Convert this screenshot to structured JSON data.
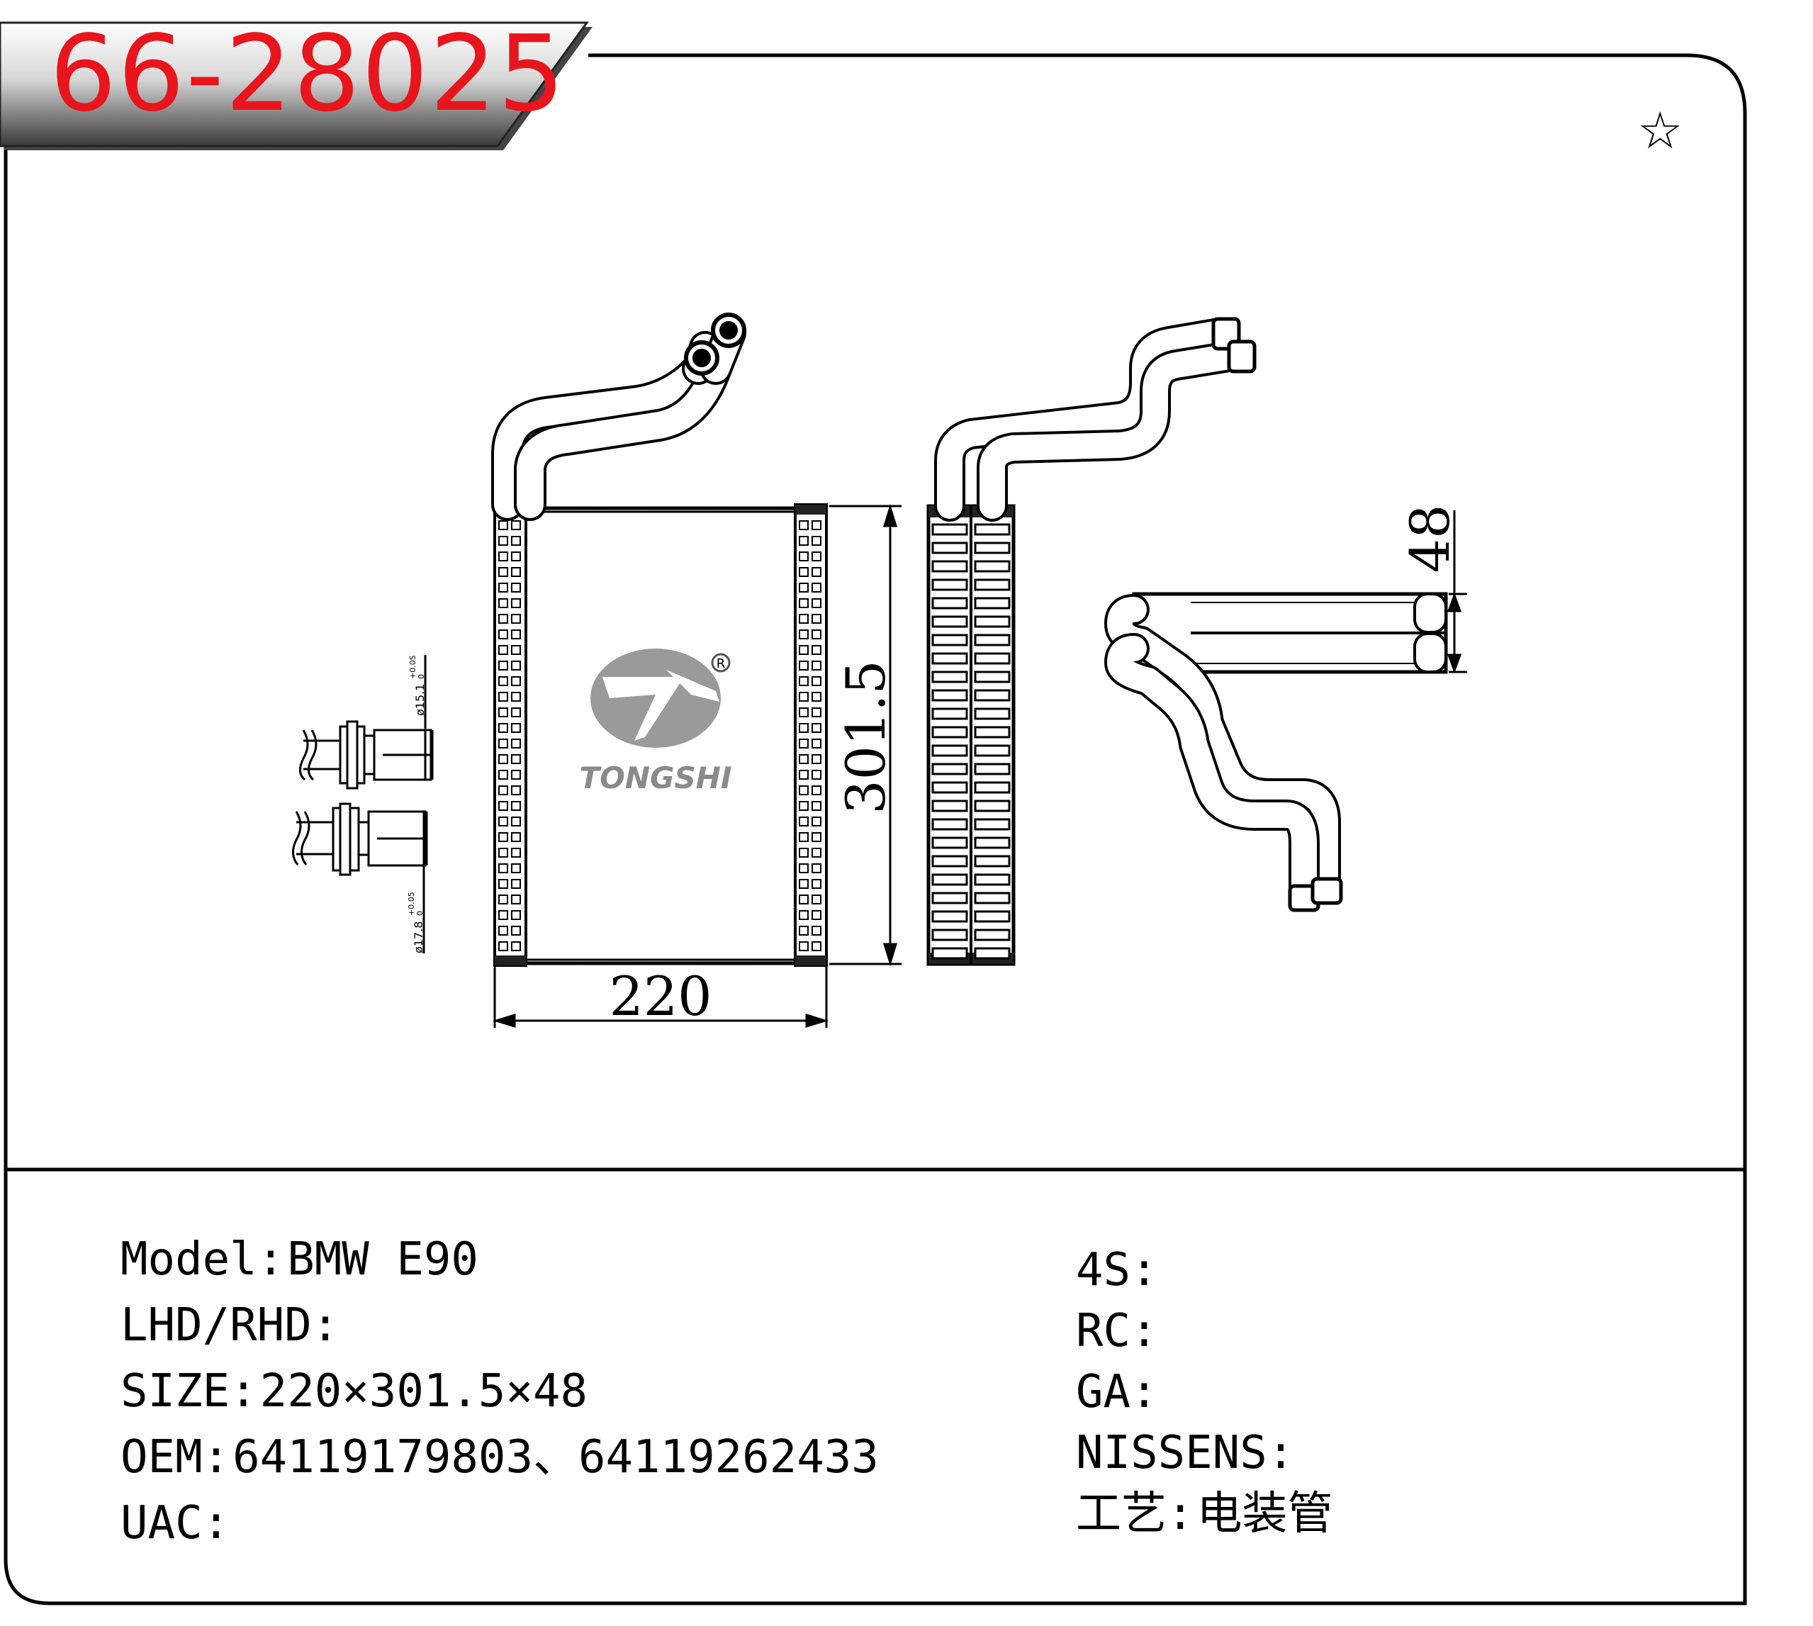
{
  "header": {
    "part_number": "66-28025",
    "star": "☆"
  },
  "drawing": {
    "dim_width": "220",
    "dim_height": "301.5",
    "dim_depth": "48",
    "fitting_1": "ø15.1",
    "fitting_1_tol": "+0.05",
    "fitting_1_tol2": "0",
    "fitting_2": "ø17.8",
    "fitting_2_tol": "+0.05",
    "fitting_2_tol2": "0",
    "brand": "TONGSHI",
    "registered": "R"
  },
  "specs_left": [
    {
      "key": "Model",
      "value": "BMW E90"
    },
    {
      "key": "LHD/RHD",
      "value": ""
    },
    {
      "key": "SIZE",
      "value": "220×301.5×48"
    },
    {
      "key": "OEM",
      "value": "64119179803、64119262433"
    },
    {
      "key": "UAC",
      "value": ""
    }
  ],
  "specs_right": [
    {
      "key": "4S",
      "value": ""
    },
    {
      "key": "RC",
      "value": ""
    },
    {
      "key": "GA",
      "value": ""
    },
    {
      "key": "NISSENS",
      "value": ""
    },
    {
      "key": "工艺",
      "value": "电装管"
    }
  ],
  "colors": {
    "accent": "#e8151c",
    "line": "#000000",
    "banner": "#6e6e6e"
  }
}
